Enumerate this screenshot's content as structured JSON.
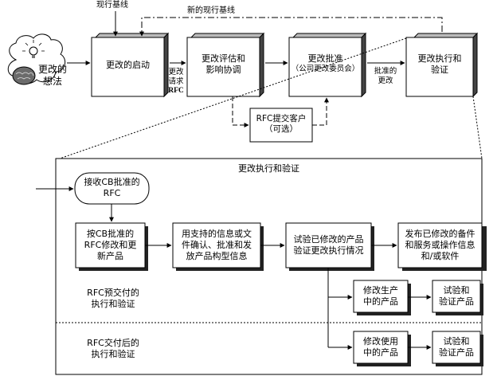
{
  "top": {
    "current_baseline": "现行基线",
    "new_baseline": "新的现行基线",
    "idea": [
      "更改的",
      "想法"
    ],
    "initiation": "更改的启动",
    "request": [
      "更改",
      "请求",
      "RFC"
    ],
    "evaluation": [
      "更改评估和",
      "影响协调"
    ],
    "approval": [
      "更改批准",
      "（公司更改委员会）"
    ],
    "approved": [
      "批准的",
      "更改"
    ],
    "implement": [
      "更改执行和",
      "验证"
    ],
    "submit_customer": [
      "RFC提交客户",
      "（可选）"
    ]
  },
  "detail": {
    "title": "更改执行和验证",
    "receive": [
      "接收CB批准的",
      "RFC"
    ],
    "modify": [
      "按CB批准的",
      "RFC修改和更",
      "新产品"
    ],
    "confirm": [
      "用支持的信息或文",
      "件确认、批准和发",
      "放产品构型信息"
    ],
    "test": [
      "试验已修改的产品",
      "验证更改执行情况"
    ],
    "release": [
      "发布已修改的备件",
      "和服务或操作信息",
      "和/或软件"
    ],
    "pre_delivery": [
      "RFC预交付的",
      "执行和验证"
    ],
    "post_delivery": [
      "RFC交付后的",
      "执行和验证"
    ],
    "modify_production": [
      "修改生产",
      "中的产品"
    ],
    "modify_inuse": [
      "修改使用",
      "中的产品"
    ],
    "test_verify_1": [
      "试验和",
      "验证产品"
    ],
    "test_verify_2": [
      "试验和",
      "验证产品"
    ]
  }
}
